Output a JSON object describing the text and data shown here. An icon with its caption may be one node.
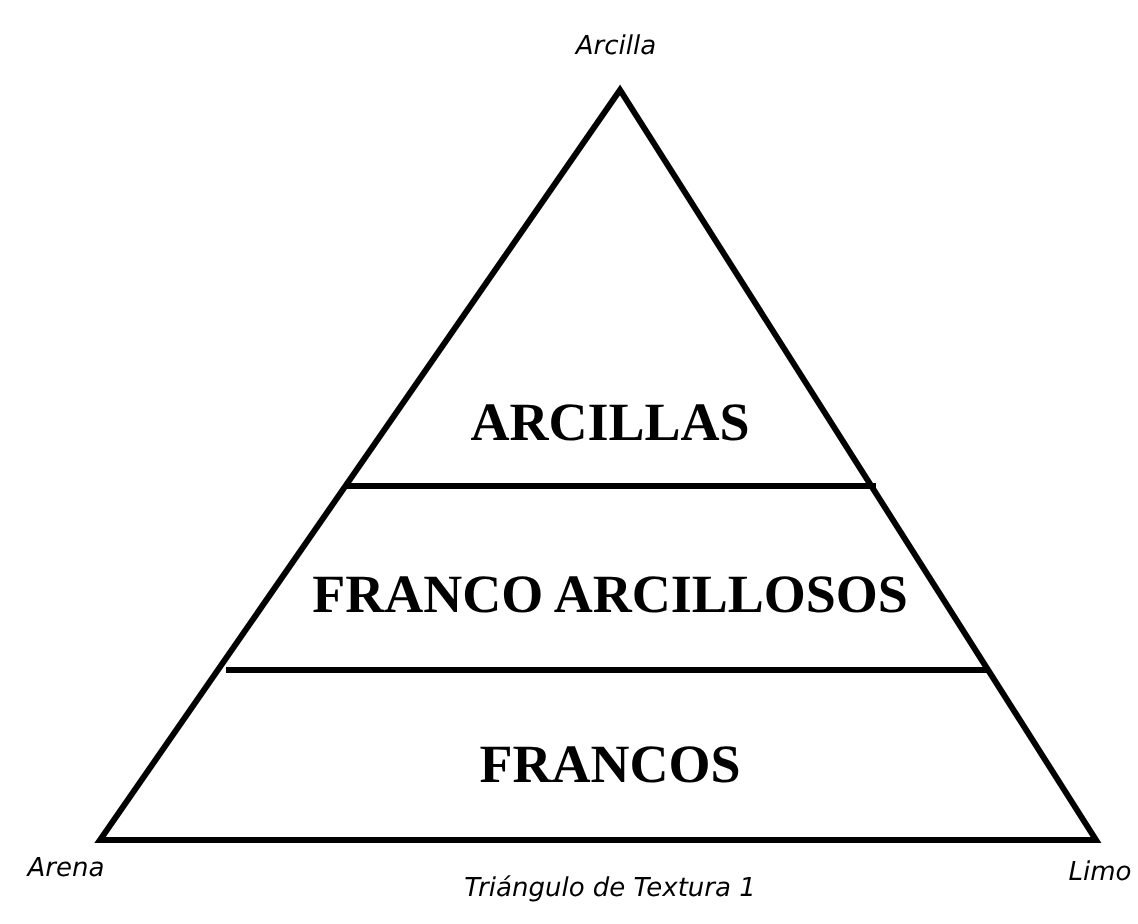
{
  "diagram": {
    "caption": "Triángulo de Textura 1",
    "nodes": [
      {
        "text": [
          "ARCILLAS"
        ]
      },
      {
        "text": [
          "FRANCO ARCILLOSOS"
        ]
      },
      {
        "text": [
          "FRANCOS"
        ]
      }
    ],
    "labels": [
      "Arcilla",
      "Arena",
      "Limo"
    ]
  }
}
